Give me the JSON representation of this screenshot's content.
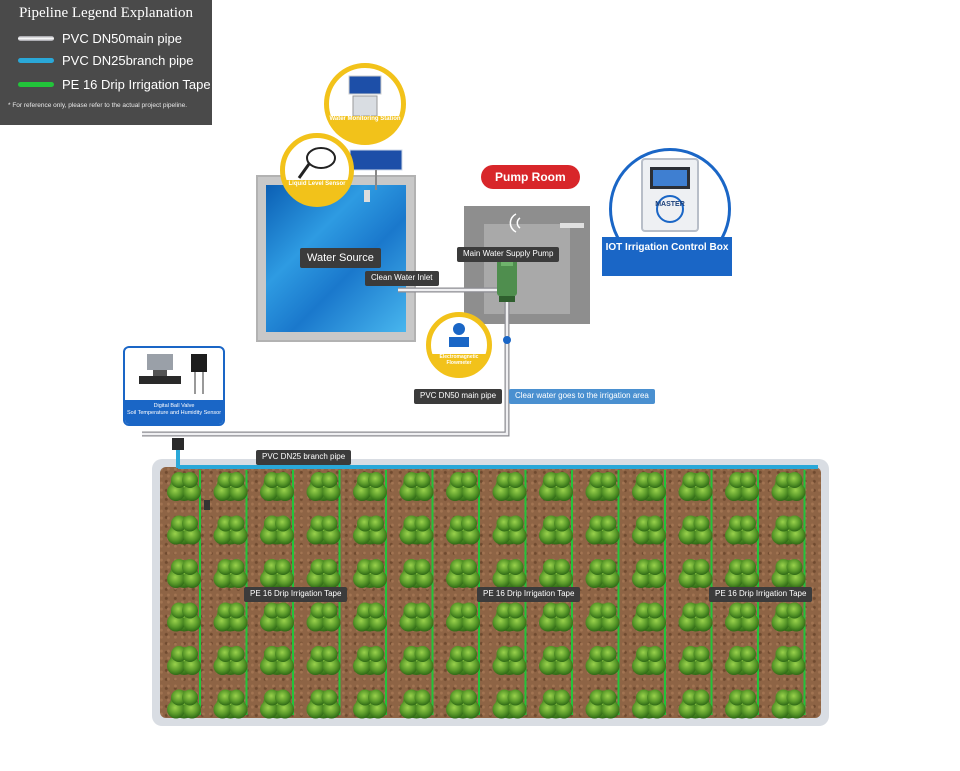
{
  "legend": {
    "title": "Pipeline Legend Explanation",
    "items": [
      {
        "label": "PVC DN50main pipe",
        "color": "#e6e6ea"
      },
      {
        "label": "PVC DN25branch pipe",
        "color": "#2aa8d8"
      },
      {
        "label": "PE 16 Drip Irrigation Tape",
        "color": "#22c43a"
      }
    ],
    "note": "* For reference only, please refer to the actual project pipeline."
  },
  "water_monitoring_station": "Water Monitoring Station",
  "liquid_level_sensor": "Liquid Level Sensor",
  "water_source": "Water Source",
  "clean_water_inlet": "Clean Water Inlet",
  "pump_room": "Pump Room",
  "main_water_supply_pump": "Main Water Supply Pump",
  "iot_irrigation_control_box": "IOT Irrigation Control Box",
  "control_box_brand": "MASTER",
  "electromagnetic_flowmeter": "Electromagnetic Flowmeter",
  "pvc_dn50_main_pipe": "PVC DN50 main pipe",
  "clear_water_label": "Clear water goes to the irrigation area",
  "digital_ball_valve": "Digital Ball Valve",
  "soil_sensor": "Soil Temperature and Humidity Sensor",
  "pvc_dn25_branch_pipe": "PVC DN25 branch pipe",
  "drip_tape_labels": [
    "PE 16 Drip Irrigation Tape",
    "PE 16 Drip Irrigation Tape",
    "PE 16 Drip Irrigation Tape"
  ],
  "colors": {
    "main_pipe": "#d7d7dc",
    "branch_pipe": "#2aa8d8",
    "drip_tape": "#22c43a",
    "pump_title_bg": "#d8262a",
    "accent_blue": "#1a66c6",
    "accent_yellow": "#f2c21a"
  }
}
